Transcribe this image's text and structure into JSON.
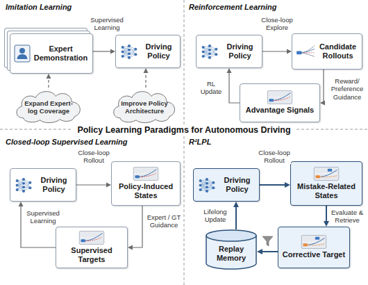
{
  "diagram": {
    "title": "Policy Learning Paradigms for Autonomous Driving",
    "nodes": [
      {
        "text": [
          "Expert Demonstration"
        ]
      },
      {
        "text": [
          "Driving Policy"
        ]
      },
      {
        "text": [
          "Expand Expert-log Coverage"
        ]
      },
      {
        "text": [
          "Improve Policy Architecture"
        ]
      },
      {
        "text": [
          "Driving Policy"
        ]
      },
      {
        "text": [
          "Candidate Rollouts"
        ]
      },
      {
        "text": [
          "Advantage Signals"
        ]
      },
      {
        "text": [
          "Driving Policy"
        ]
      },
      {
        "text": [
          "Policy-Induced States"
        ]
      },
      {
        "text": [
          "Supervised Targets"
        ]
      },
      {
        "text": [
          "Driving Policy"
        ]
      },
      {
        "text": [
          "Mistake-Related States"
        ]
      },
      {
        "text": [
          "Corrective Target"
        ]
      },
      {
        "text": [
          "Replay Memory"
        ]
      }
    ],
    "edges": [
      {
        "from": 0,
        "to": 1,
        "label": "Supervised Learning",
        "arrow": "to"
      },
      {
        "from": 2,
        "to": 0,
        "arrow": "to"
      },
      {
        "from": 3,
        "to": 1,
        "arrow": "to"
      },
      {
        "from": 4,
        "to": 5,
        "label": "Close-loop Explore",
        "arrow": "to"
      },
      {
        "from": 5,
        "to": 6,
        "label": "Reward/ Preference Guidance",
        "arrow": "to"
      },
      {
        "from": 6,
        "to": 4,
        "label": "RL Update",
        "arrow": "to"
      },
      {
        "from": 7,
        "to": 8,
        "label": "Close-loop Rollout",
        "arrow": "to"
      },
      {
        "from": 8,
        "to": 9,
        "label": "Expert / GT Guidance",
        "arrow": "to"
      },
      {
        "from": 9,
        "to": 7,
        "label": "Supervised Learning",
        "arrow": "to"
      },
      {
        "from": 10,
        "to": 11,
        "label": "Close-loop Rollout",
        "arrow": "to"
      },
      {
        "from": 11,
        "to": 12,
        "label": "Evaluate & Retrieve",
        "arrow": "to"
      },
      {
        "from": 12,
        "to": 13,
        "arrow": "to"
      },
      {
        "from": 13,
        "to": 10,
        "label": "Lifelong Update",
        "arrow": "to"
      }
    ],
    "labels": [
      "Imitation Learning",
      "Reinforcement Learning",
      "Closed-loop Supervised Learning",
      "R²LPL"
    ]
  }
}
